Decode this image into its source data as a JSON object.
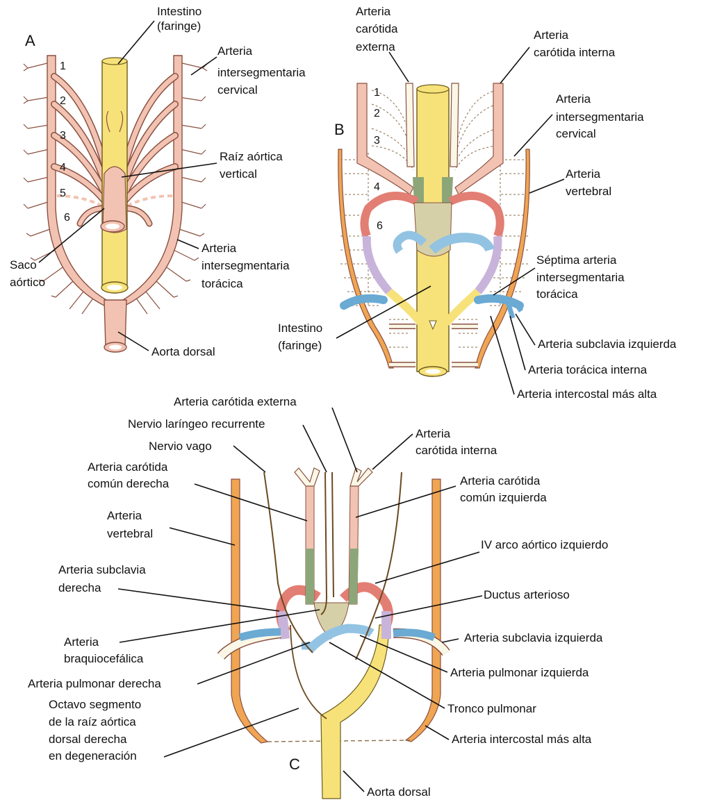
{
  "colors": {
    "gut": "#f7e27a",
    "gut_outline": "#6b5a1a",
    "artery": "#f2c3b2",
    "artery_outline": "#8a5040",
    "ext_carotid": "#fbf7e6",
    "vertebral": "#f0a553",
    "dashed": "#8a6d4a",
    "aortic_arch_iv": "#e27e73",
    "subclavian": "#6aaad3",
    "pulmonary": "#92c3e3",
    "ductus": "#c8b4da",
    "trunk": "#d6d0a8",
    "green": "#8da679",
    "nerve": "#6b4a20"
  },
  "panel_a": {
    "letter": "A",
    "arch_numbers": [
      "1",
      "2",
      "3",
      "4",
      "5",
      "6"
    ],
    "labels": {
      "intestino_l1": "Intestino",
      "intestino_l2": "(faringe)",
      "inter_cerv_l1": "Arteria",
      "inter_cerv_l2": "intersegmentaria",
      "inter_cerv_l3": "cervical",
      "raiz_l1": "Raíz aórtica",
      "raiz_l2": "vertical",
      "inter_tor_l1": "Arteria",
      "inter_tor_l2": "intersegmentaria",
      "inter_tor_l3": "torácica",
      "saco_l1": "Saco",
      "saco_l2": "aórtico",
      "aorta_dorsal": "Aorta dorsal"
    }
  },
  "panel_b": {
    "letter": "B",
    "arch_numbers": [
      "1",
      "2",
      "3",
      "4",
      "6"
    ],
    "labels": {
      "car_ext_l1": "Arteria",
      "car_ext_l2": "carótida",
      "car_ext_l3": "externa",
      "car_int_l1": "Arteria",
      "car_int_l2": "carótida interna",
      "inter_cerv_l1": "Arteria",
      "inter_cerv_l2": "intersegmentaria",
      "inter_cerv_l3": "cervical",
      "vertebral_l1": "Arteria",
      "vertebral_l2": "vertebral",
      "septima_l1": "Séptima arteria",
      "septima_l2": "intersegmentaria",
      "septima_l3": "torácica",
      "intestino_l1": "Intestino",
      "intestino_l2": "(faringe)",
      "subclavia_izq": "Arteria subclavia izquierda",
      "toracica_int": "Arteria torácica interna",
      "intercostal": "Arteria intercostal más alta"
    }
  },
  "panel_c": {
    "letter": "C",
    "labels": {
      "car_ext": "Arteria carótida externa",
      "laringeo": "Nervio laríngeo recurrente",
      "vago": "Nervio vago",
      "car_int_l1": "Arteria",
      "car_int_l2": "carótida interna",
      "ccd_l1": "Arteria carótida",
      "ccd_l2": "común derecha",
      "cci_l1": "Arteria carótida",
      "cci_l2": "común izquierda",
      "vertebral_l1": "Arteria",
      "vertebral_l2": "vertebral",
      "iv_arco": "IV arco aórtico izquierdo",
      "subclavia_der_l1": "Arteria subclavia",
      "subclavia_der_l2": "derecha",
      "ductus": "Ductus arterioso",
      "braquio_l1": "Arteria",
      "braquio_l2": "braquiocefálica",
      "subclavia_izq": "Arteria subclavia izquierda",
      "pulm_der": "Arteria pulmonar derecha",
      "pulm_izq": "Arteria pulmonar izquierda",
      "octavo_l1": "Octavo segmento",
      "octavo_l2": "de la raíz aórtica",
      "octavo_l3": "dorsal derecha",
      "octavo_l4": "en degeneración",
      "tronco": "Tronco pulmonar",
      "intercostal": "Arteria intercostal más alta",
      "aorta_dorsal": "Aorta dorsal"
    }
  }
}
